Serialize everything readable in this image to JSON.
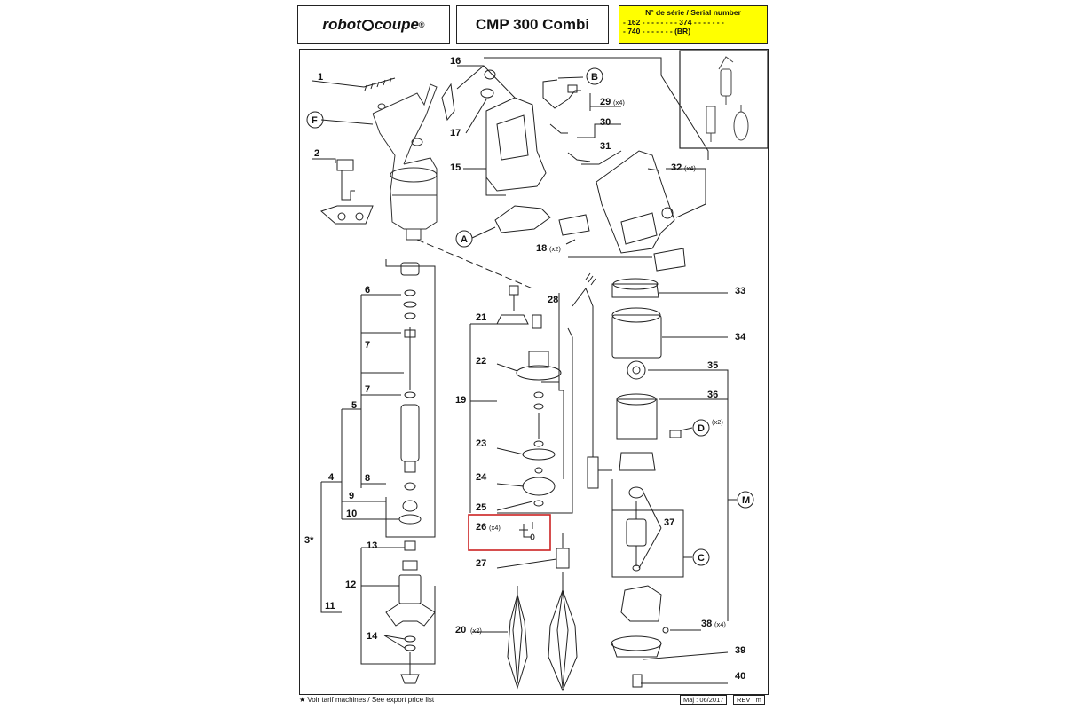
{
  "header": {
    "brand_left": "robot",
    "brand_right": "coupe",
    "brand_mark": "®",
    "model": "CMP 300 Combi",
    "serial_title": "N° de série / Serial number",
    "serial_line1": "- 162 - - - - -      - -        - 374 - - - - -    - -",
    "serial_line2": "- 740 - - - - -      - - (BR)"
  },
  "footer": {
    "note": "★ Voir tarif machines / See export price list",
    "maj": "Maj : 06/2017",
    "rev": "REV : m"
  },
  "labels": {
    "n1": "1",
    "n2": "2",
    "n3": "3*",
    "n4": "4",
    "n5": "5",
    "n6": "6",
    "n7a": "7",
    "n7b": "7",
    "n8": "8",
    "n9": "9",
    "n10": "10",
    "n11": "11",
    "n12": "12",
    "n13": "13",
    "n14": "14",
    "n15": "15",
    "n16": "16",
    "n17": "17",
    "n18": "18",
    "n19": "19",
    "n20": "20",
    "n21": "21",
    "n22": "22",
    "n23": "23",
    "n24": "24",
    "n25": "25",
    "n26": "26",
    "n27": "27",
    "n28": "28",
    "n29": "29",
    "n30": "30",
    "n31": "31",
    "n32": "32",
    "n33": "33",
    "n34": "34",
    "n35": "35",
    "n36": "36",
    "n37": "37",
    "n38": "38",
    "n39": "39",
    "n40": "40",
    "cA": "A",
    "cB": "B",
    "cC": "C",
    "cD": "D",
    "cF": "F",
    "cM": "M"
  },
  "quantities": {
    "q18": "(x2)",
    "q20": "(x2)",
    "q26": "(x4)",
    "q29": "(x4)",
    "q32": "(x4)",
    "q38": "(x4)",
    "qD": "(x2)"
  },
  "colors": {
    "serial_bg": "#ffff00",
    "highlight": "#cc2222",
    "line": "#222222"
  }
}
